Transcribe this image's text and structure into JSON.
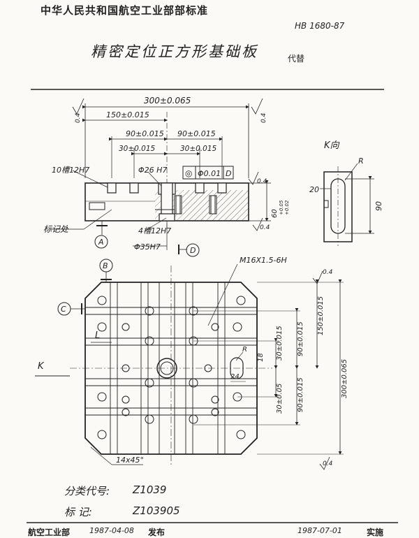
{
  "header": {
    "org": "中华人民共和国航空工业部部标准",
    "standard_no": "HB 1680-87",
    "title": "精密定位正方形基础板",
    "replaces": "代替"
  },
  "footer": {
    "issued_by": "航空工业部",
    "issue_date": "1987-04-08",
    "issue_word": "发布",
    "effective_date": "1987-07-01",
    "effective_word": "实施"
  },
  "classification": {
    "code_label": "分类代号:",
    "code_value": "Z1039",
    "mark_label": "标 记:",
    "mark_value": "Z103905"
  },
  "section_view": {
    "dim_overall": "300±0.065",
    "dim_150": "150±0.015",
    "dim_90_left": "90±0.015",
    "dim_90_right": "90±0.015",
    "dim_30_left": "30±0.015",
    "dim_30_right": "30±0.015",
    "slots_top": "10槽12H7",
    "bore": "Φ26 H7",
    "tolerance_frame_symbol": "◎",
    "tolerance_frame_value": "Φ0.01",
    "tolerance_frame_datum": "D",
    "slots_bottom": "4槽12H7",
    "counterbore": "Φ35H7",
    "datum_D": "D",
    "datum_A": "A",
    "marking_location": "标记处",
    "roughness_left": "0.4",
    "roughness_right": "0.4",
    "roughness_top": "0.4",
    "roughness_bottom": "0.4",
    "height_dim": "60",
    "height_tol_upper": "+0.05",
    "height_tol_lower": "+0.02"
  },
  "k_view": {
    "title": "K向",
    "radius": "R",
    "width": "20",
    "length": "90"
  },
  "plan_view": {
    "datum_B": "B",
    "datum_C": "C",
    "thread": "M16X1.5-6H",
    "roughness_top": "0.4",
    "roughness_bottom": "0.4",
    "label_L": "L",
    "arrow_K": "K",
    "dim_150": "150±0.015",
    "dim_90_upper": "90±0.015",
    "dim_30_upper": "30±0.015",
    "dim_overall": "300±0.065",
    "dim_90_lower": "90±0.015",
    "dim_30_lower": "30±0.05",
    "dim_18": "18",
    "dim_24": "24",
    "radius": "R",
    "chamfer": "14x45°"
  }
}
